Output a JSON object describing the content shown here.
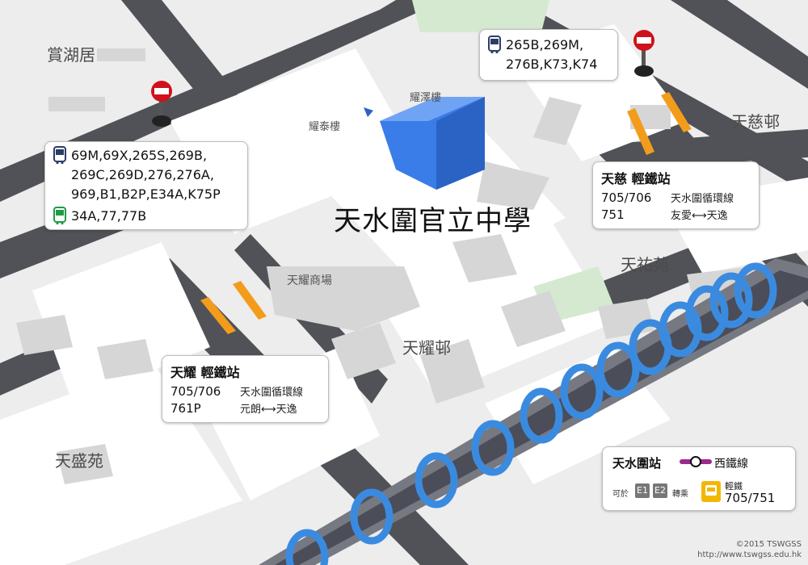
{
  "school_name": "天水圍官立中學",
  "districts": {
    "shang_wu_keui": "賞湖居",
    "tin_chi": "天慈邨",
    "tin_yau": "天祐苑",
    "tin_yiu": "天耀邨",
    "tin_shing": "天盛苑"
  },
  "buildings": {
    "yiu_chak": "耀澤樓",
    "yiu_tai": "耀泰樓",
    "tin_yiu_plaza": "天耀商場"
  },
  "bus_stop_ne": {
    "bus_routes": "265B,269M,\n276B,K73,K74"
  },
  "bus_stop_w": {
    "bus_routes": "69M,69X,265S,269B,\n269C,269D,276,276A,\n969,B1,B2P,E34A,K75P",
    "minibus_routes": "34A,77,77B"
  },
  "lrt_tin_chi": {
    "title": "天慈 輕鐵站",
    "lines": "705/706\n751",
    "desc": "天水圍循環線\n友愛⟷天逸"
  },
  "lrt_tin_yiu": {
    "title": "天耀 輕鐵站",
    "lines": "705/706\n761P",
    "desc": "天水圍循環線\n元朗⟷天逸"
  },
  "west_rail": {
    "station": "天水圍站",
    "line": "西鐵線",
    "exit_prefix": "可於",
    "exit_1": "E1",
    "exit_2": "E2",
    "transfer": "轉乘",
    "lrt_label": "輕鐵",
    "lrt_lines": "705/751"
  },
  "copyright": {
    "line1": "©2015 TSWGSS",
    "line2": "http://www.tswgss.edu.hk"
  },
  "colors": {
    "road": "#505257",
    "block": "#ffffff",
    "building": "#d6d6d6",
    "school": "#3a7de8",
    "green": "#d5e9d0",
    "lrt_platform": "#f39c1c",
    "rail_ring": "#3a8be0",
    "west_rail_purple": "#9c2a8c",
    "bus_stop": "#d0101b"
  }
}
